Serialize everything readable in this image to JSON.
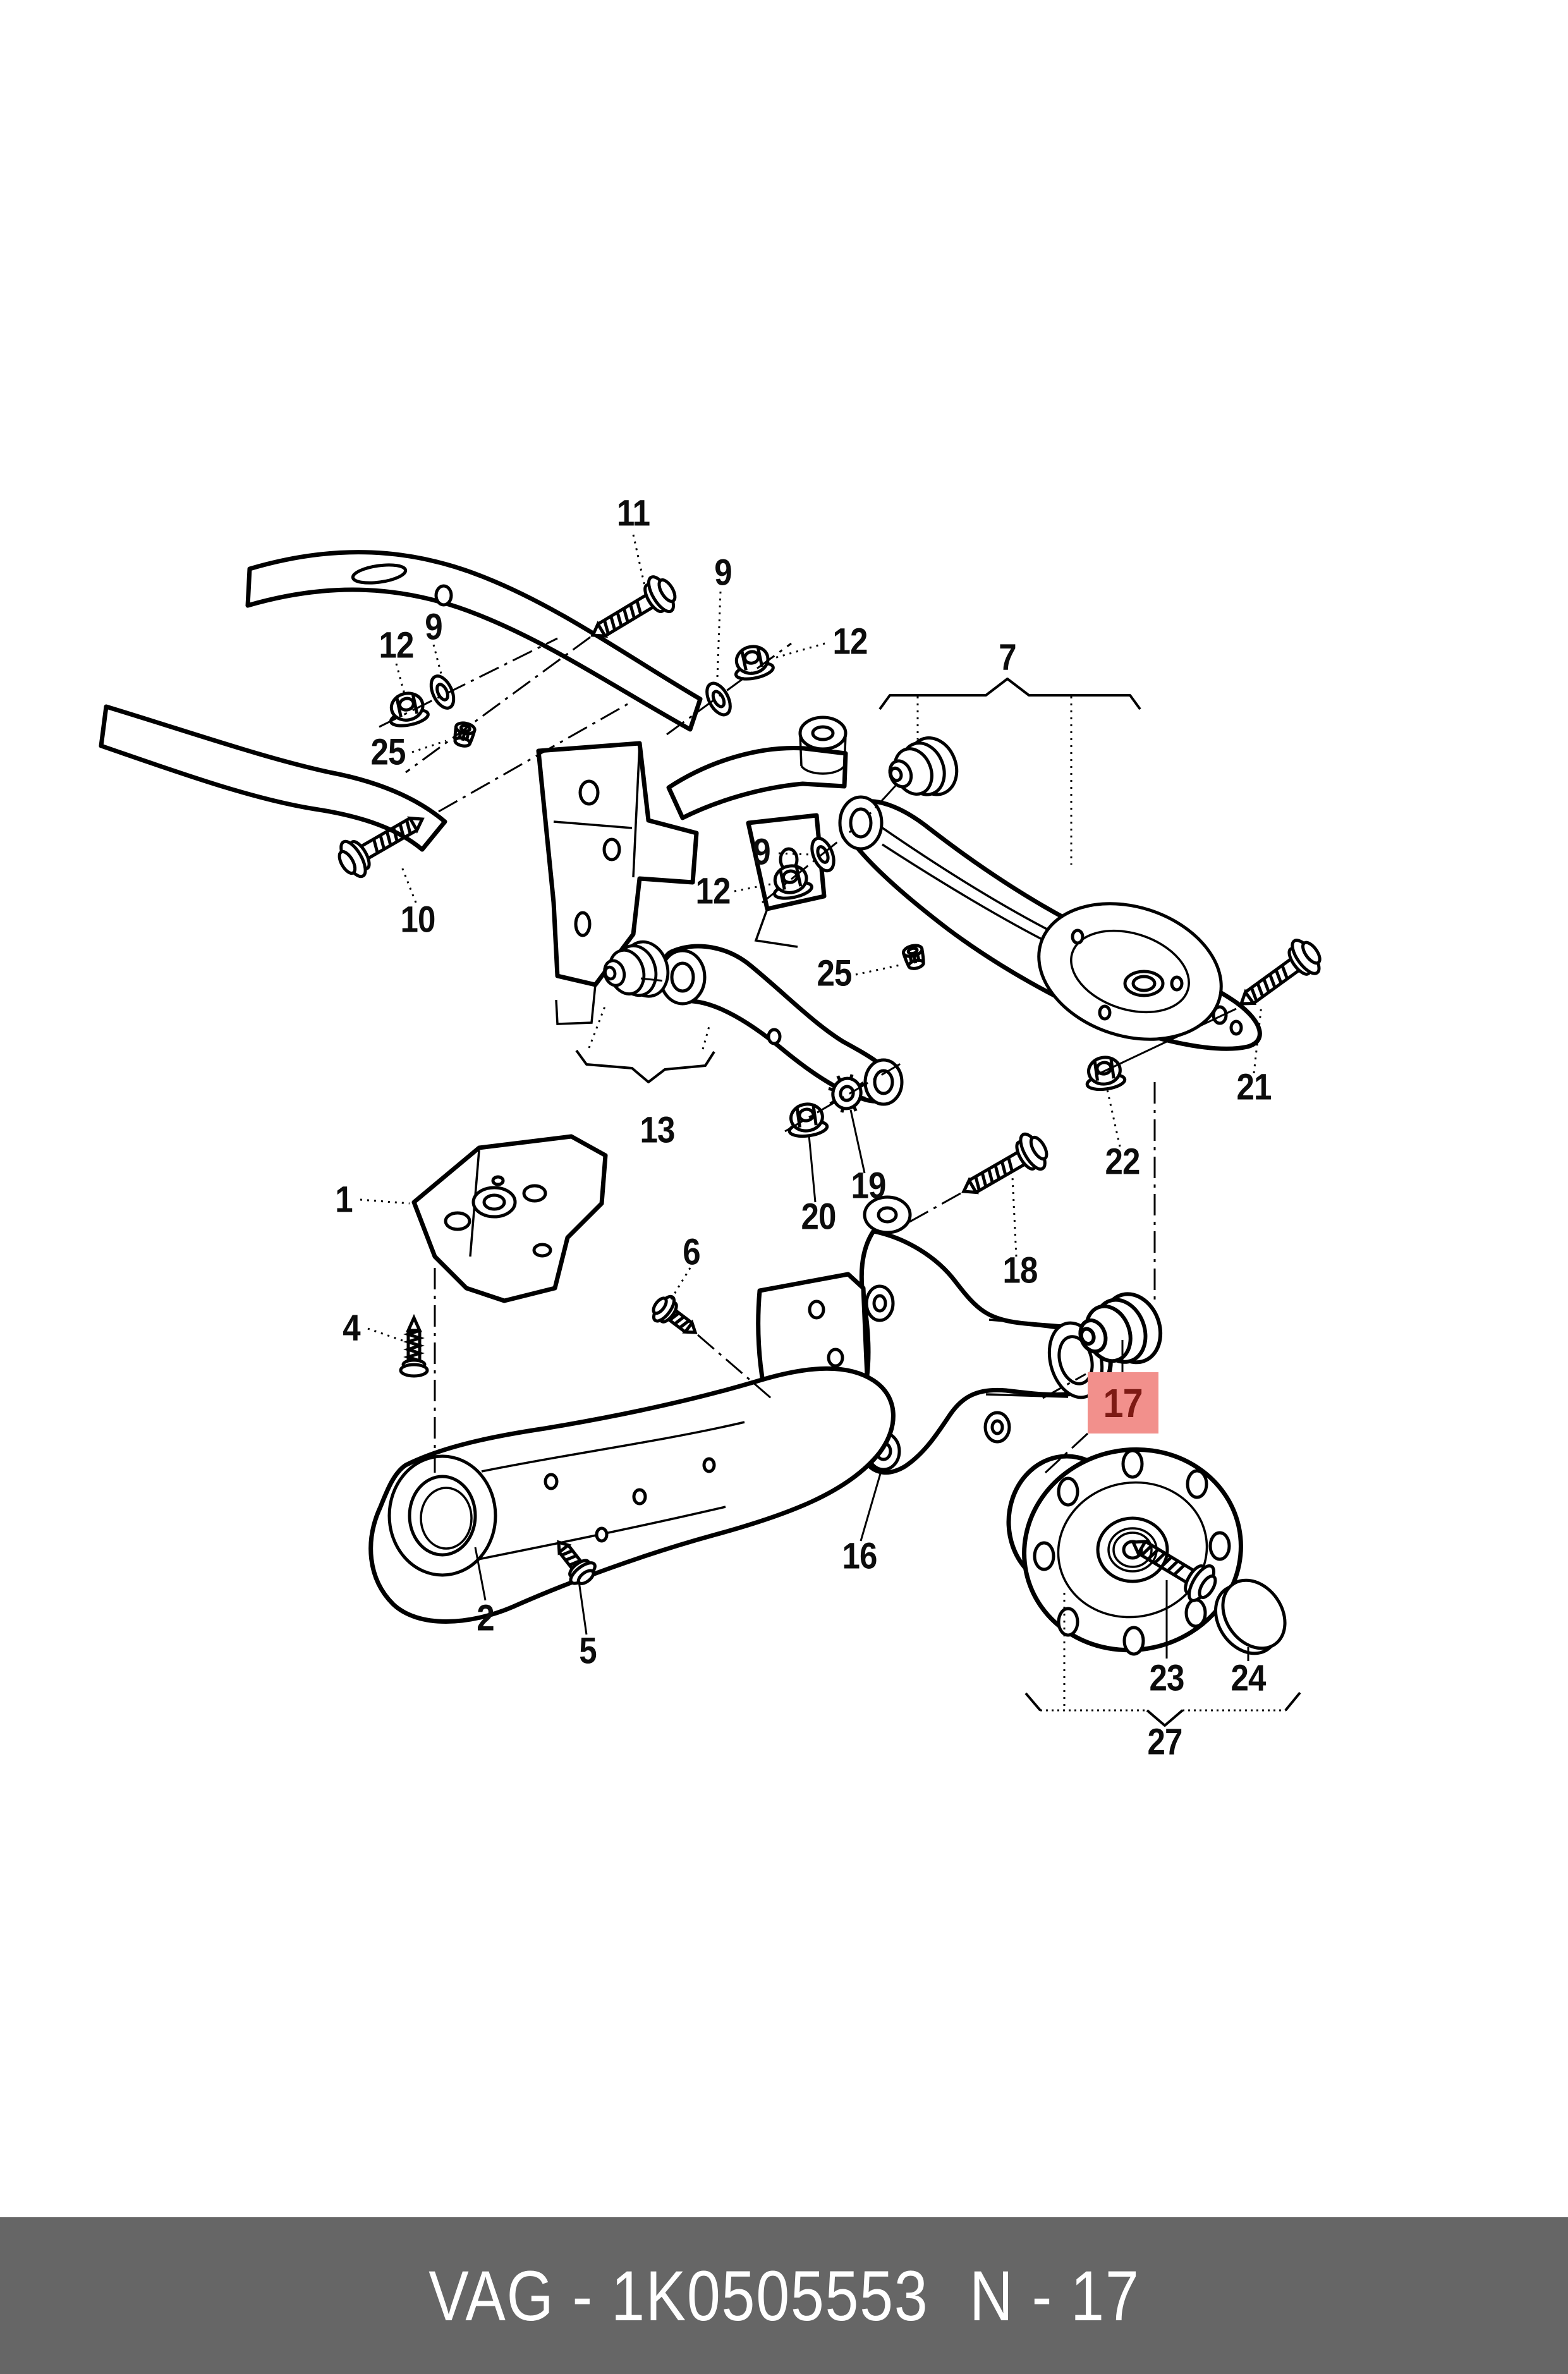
{
  "footer": {
    "catalog_code": "VAG - 1K0505553",
    "page_ref": "N - 17"
  },
  "colors": {
    "background": "#ffffff",
    "line": "#000000",
    "footer_bg": "#666666",
    "footer_text": "#ffffff",
    "highlight_bg": "#f2908c",
    "highlight_text": "#7d1a14"
  },
  "callouts": {
    "c11": "11",
    "c9a": "9",
    "c12a": "12",
    "c9b": "9",
    "c12b": "12",
    "c25a": "25",
    "c10": "10",
    "c7": "7",
    "c9c": "9",
    "c12c": "12",
    "c25b": "25",
    "c13": "13",
    "c19": "19",
    "c20": "20",
    "c21": "21",
    "c22": "22",
    "c1": "1",
    "c4": "4",
    "c6": "6",
    "c18": "18",
    "c16": "16",
    "c2": "2",
    "c5": "5",
    "c17": "17",
    "c23": "23",
    "c24": "24",
    "c27": "27"
  }
}
